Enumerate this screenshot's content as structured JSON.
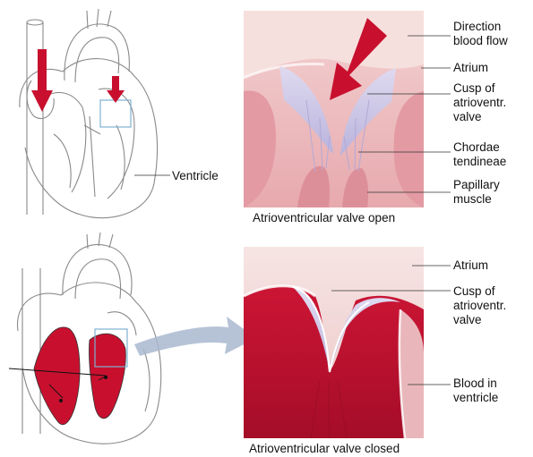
{
  "panels": {
    "open": {
      "caption": "Atrioventricular valve open",
      "labels": {
        "direction": "Direction\nblood flow",
        "atrium": "Atrium",
        "cusp": "Cusp of\natrioventr.\nvalve",
        "chordae": "Chordae\ntendineae",
        "papillary": "Papillary\nmuscle",
        "ventricle": "Ventricle"
      }
    },
    "closed": {
      "caption": "Atrioventricular valve closed",
      "labels": {
        "atrium": "Atrium",
        "cusp": "Cusp of\natrioventr.\nvalve",
        "blood": "Blood in\nventricle"
      }
    }
  },
  "colors": {
    "blood": "#c8102e",
    "tissue_pink": "#e8b0b4",
    "valve_lilac": "#c9c7e6",
    "zoom_arrow": "#a9b9cf",
    "box_outline": "#7fb0d0"
  },
  "icons": [
    "flow-arrow-icon",
    "zoom-arrow-icon"
  ]
}
